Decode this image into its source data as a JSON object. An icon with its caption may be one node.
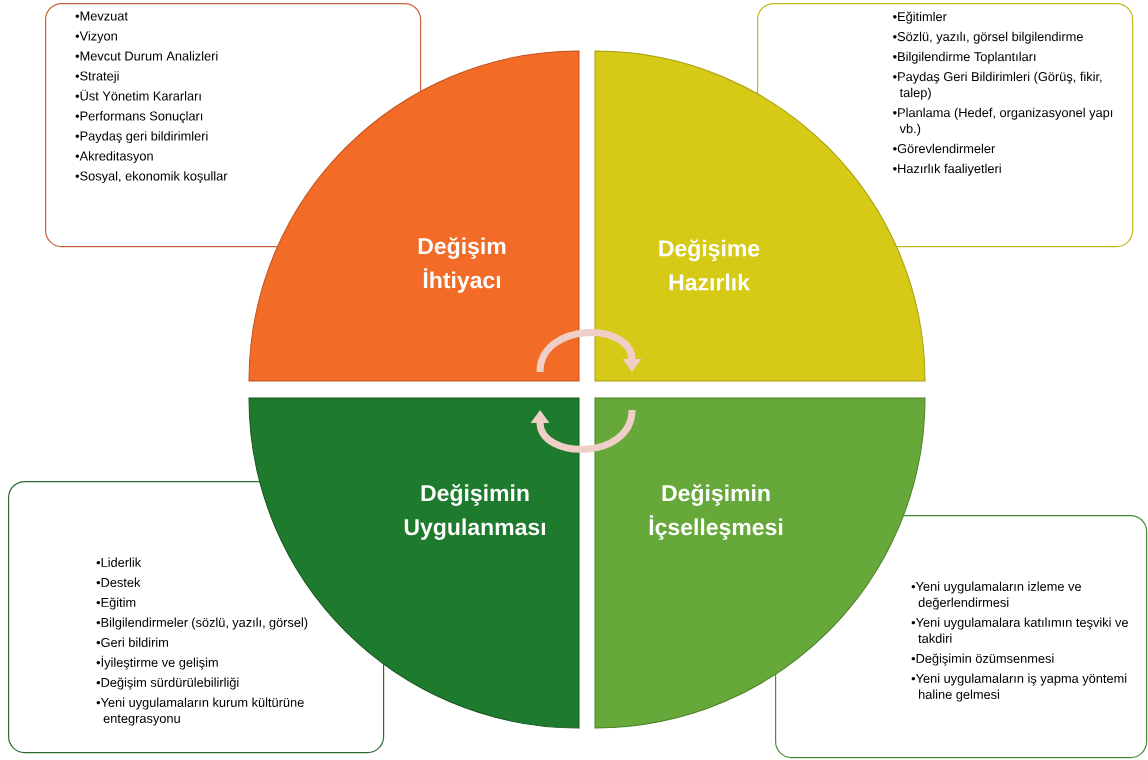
{
  "diagram": {
    "nodes": [
      {
        "text": [
          "Değişim İhtiyacı"
        ]
      },
      {
        "text": [
          "Değişime Hazırlık"
        ]
      },
      {
        "text": [
          "Değişimin Uygulanması"
        ]
      },
      {
        "text": [
          "Değişimin İçselleşmesi"
        ]
      },
      {
        "text": [
          "•Mevzuat",
          "•Vizyon",
          "•Mevcut Durum Analizleri",
          "•Strateji",
          "•Üst Yönetim Kararları",
          "•Performans Sonuçları",
          "•Paydaş geri bildirimleri",
          "•Akreditasyon",
          "•Sosyal, ekonomik koşullar"
        ]
      },
      {
        "text": [
          "•Eğitimler",
          "•Sözlü, yazılı, görsel bilgilendirme",
          "•Bilgilendirme Toplantıları",
          "•Paydaş Geri Bildirimleri (Görüş, fikir, talep)",
          "•Planlama (Hedef, organizasyonel yapı vb.)",
          "•Görevlendirmeler",
          "•Hazırlık faaliyetleri"
        ]
      },
      {
        "text": [
          "•Liderlik",
          "•Destek",
          "•Eğitim",
          "•Bilgilendirmeler (sözlü, yazılı, görsel)",
          "•Geri bildirim",
          "•İyileştirme ve gelişim",
          "•Değişim sürdürülebilirliği",
          "•Yeni uygulamaların kurum kültürüne entegrasyonu"
        ]
      },
      {
        "text": [
          "•Yeni uygulamaların izleme ve değerlendirmesi",
          "•Yeni uygulamalara katılımın teşviki ve takdiri",
          "•Değişimin özümsenmesi",
          "•Yeni uygulamaların iş yapma yöntemi haline gelmesi"
        ]
      }
    ],
    "edges": [
      {
        "from": 0,
        "to": 1,
        "arrow": "to"
      },
      {
        "from": 3,
        "to": 2,
        "arrow": "to"
      }
    ]
  }
}
